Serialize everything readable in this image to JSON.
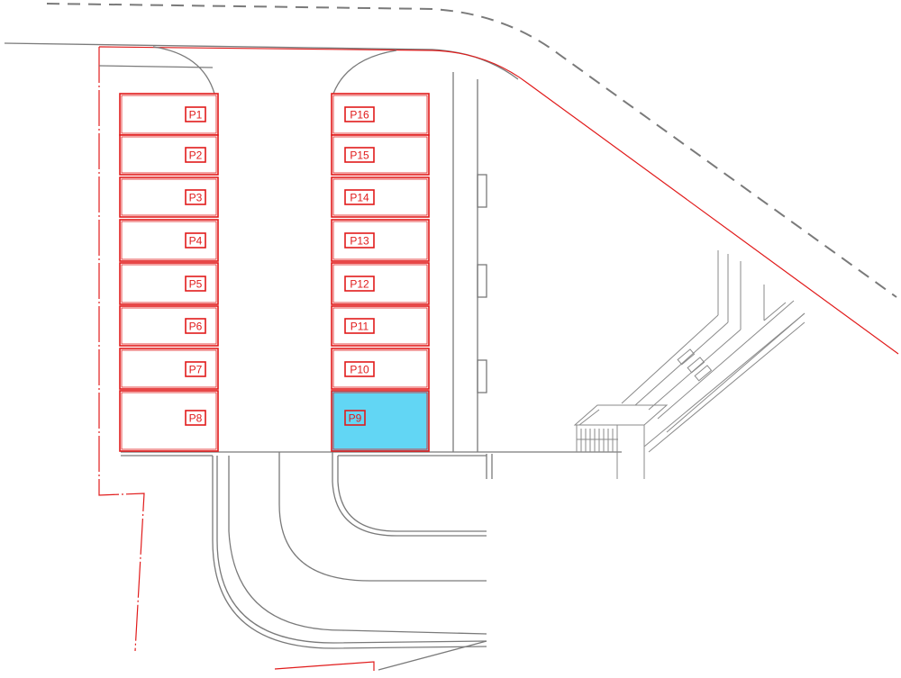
{
  "parking": {
    "colors": {
      "outline": "#e11b1b",
      "selected_fill": "#62d6f4",
      "building_lines": "#7a7a7a"
    },
    "selected_slot": "P9",
    "left_column": [
      "P1",
      "P2",
      "P3",
      "P4",
      "P5",
      "P6",
      "P7",
      "P8"
    ],
    "right_column": [
      "P16",
      "P15",
      "P14",
      "P13",
      "P12",
      "P11",
      "P10",
      "P9"
    ]
  }
}
